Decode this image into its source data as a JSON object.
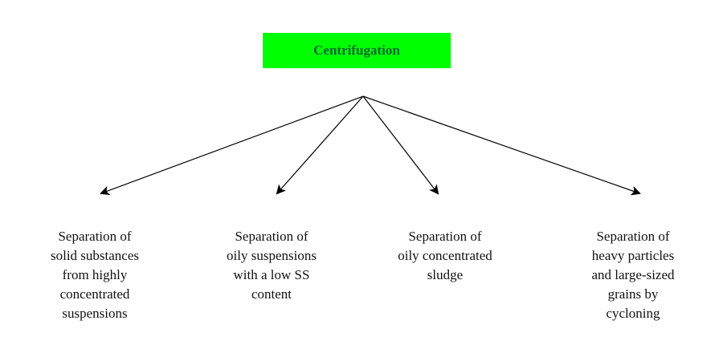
{
  "diagram": {
    "root": {
      "label": "Centrifugation",
      "fill_color": "#00ff00",
      "text_color": "#006633"
    },
    "edge_color": "#000000",
    "children": [
      {
        "lines": [
          "Separation of",
          "solid substances",
          "from highly",
          "concentrated",
          "suspensions"
        ]
      },
      {
        "lines": [
          "Separation of",
          "oily suspensions",
          "with a low SS",
          "content"
        ]
      },
      {
        "lines": [
          "Separation of",
          "oily concentrated",
          "sludge"
        ]
      },
      {
        "lines": [
          "Separation of",
          "heavy particles",
          "and large-sized",
          "grains by",
          "cycloning"
        ]
      }
    ]
  }
}
